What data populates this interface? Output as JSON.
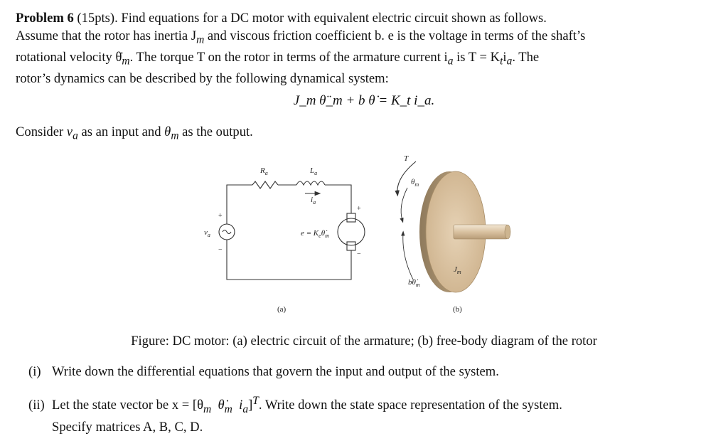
{
  "problem": {
    "label": "Problem 6",
    "points": "(15pts).",
    "line1": "Find equations for a DC motor with equivalent electric circuit shown as follows.",
    "line2": "Assume that the rotor has inertia J",
    "line2b": " and viscous friction coefficient b. e is the voltage in terms of the shaft’s",
    "line3": "rotational velocity θ̇",
    "line3b": ". The torque T on the rotor in terms of the armature current i",
    "line3c": " is T = K",
    "line3d": "i",
    "line3e": ". The",
    "line4": "rotor’s dynamics can be described by the following dynamical system:"
  },
  "equation": "J_m θ̈_m + b θ̇ = K_t i_a.",
  "consider": {
    "pre": "Consider ",
    "va": "v",
    "mid": " as an input and ",
    "theta": "θ",
    "post": " as the output."
  },
  "circuit": {
    "Ra": "R",
    "La": "L",
    "ia": "i",
    "va": "v",
    "emf": "e = K",
    "plus": "+",
    "minus": "−",
    "label": "(a)"
  },
  "rotor": {
    "T": "T",
    "theta": "θ",
    "Jm": "J",
    "btheta": "bθ̇",
    "label": "(b)"
  },
  "caption": "Figure: DC motor: (a) electric circuit of the armature; (b) free-body diagram of the rotor",
  "questions": [
    {
      "num": "(i)",
      "text": "Write down the differential equations that govern the input and output of the system."
    },
    {
      "num": "(ii)",
      "text1": "Let the state vector be x = [θ",
      "text2": "Write down the state space representation of the system.",
      "text3": "Specify matrices A, B, C, D."
    }
  ]
}
